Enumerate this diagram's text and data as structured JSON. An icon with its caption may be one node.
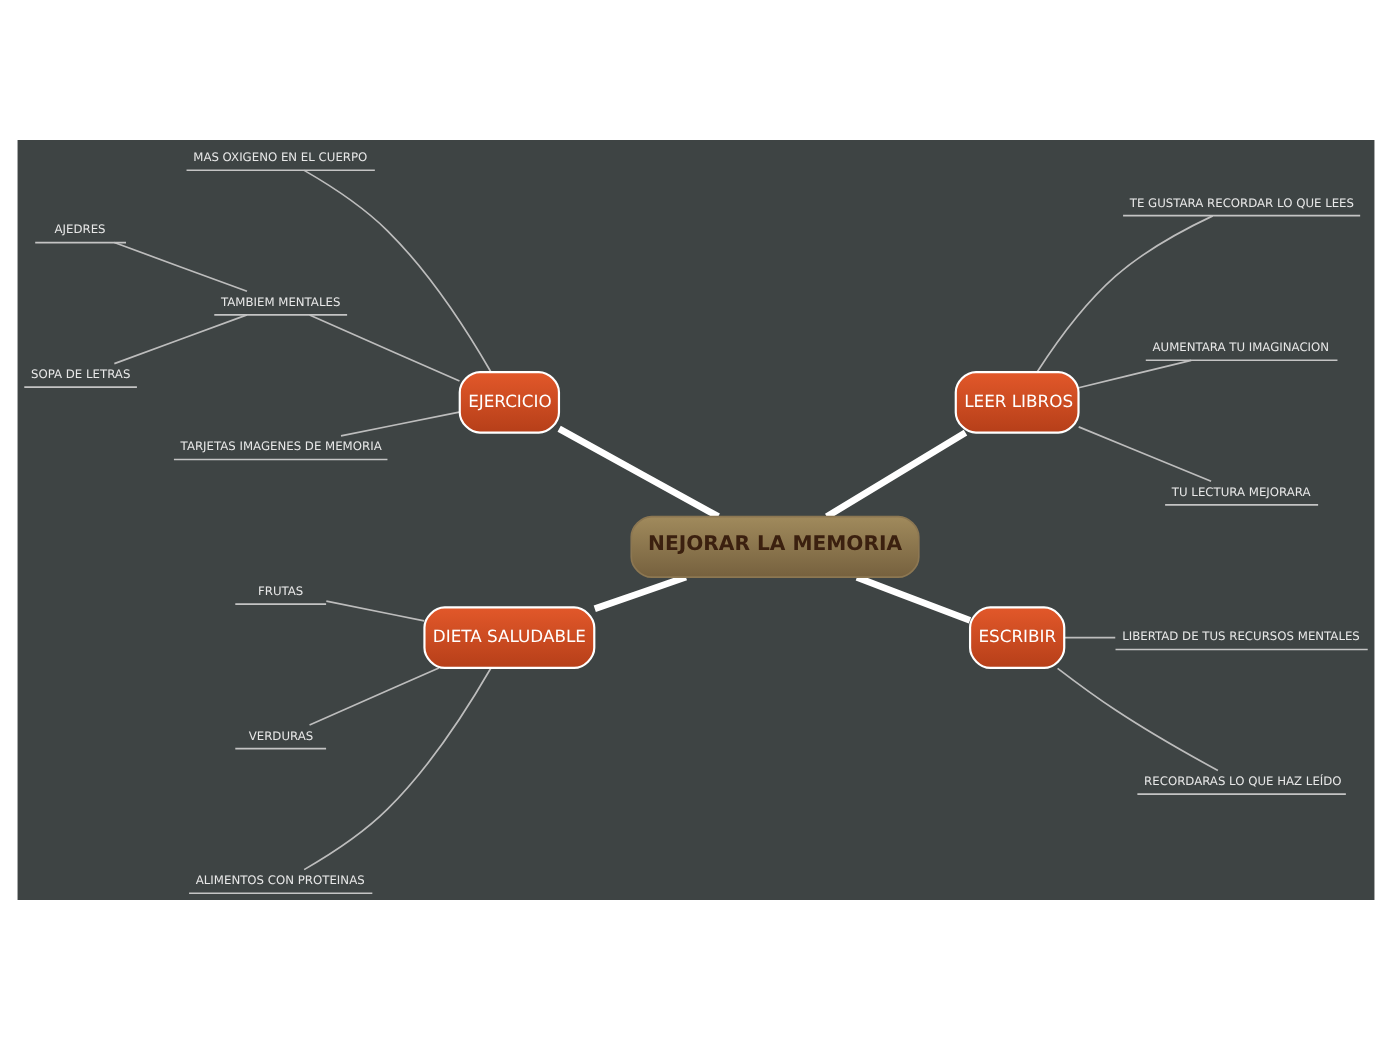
{
  "diagram": {
    "nodes": [
      {
        "text": [
          "NEJORAR LA MEMORIA"
        ]
      },
      {
        "text": [
          "EJERCICIO"
        ]
      },
      {
        "text": [
          "MAS OXIGENO EN EL CUERPO"
        ]
      },
      {
        "text": [
          "TAMBIEM MENTALES"
        ]
      },
      {
        "text": [
          "AJEDRES"
        ]
      },
      {
        "text": [
          "SOPA DE LETRAS"
        ]
      },
      {
        "text": [
          "TARJETAS IMAGENES DE MEMORIA"
        ]
      },
      {
        "text": [
          "LEER LIBROS"
        ]
      },
      {
        "text": [
          "TE GUSTARA RECORDAR LO QUE LEES"
        ]
      },
      {
        "text": [
          "AUMENTARA TU IMAGINACION"
        ]
      },
      {
        "text": [
          "TU LECTURA MEJORARA"
        ]
      },
      {
        "text": [
          "DIETA SALUDABLE"
        ]
      },
      {
        "text": [
          "FRUTAS"
        ]
      },
      {
        "text": [
          "VERDURAS"
        ]
      },
      {
        "text": [
          "ALIMENTOS CON PROTEINAS"
        ]
      },
      {
        "text": [
          "ESCRIBIR"
        ]
      },
      {
        "text": [
          "LIBERTAD DE TUS RECURSOS MENTALES"
        ]
      },
      {
        "text": [
          "RECORDARAS LO QUE HAZ LEÍDO"
        ]
      }
    ],
    "edges": [
      {
        "from": 1,
        "to": 0,
        "arrow": "none",
        "style": "thick",
        "color": "#ffffff"
      },
      {
        "from": 2,
        "to": 1,
        "arrow": "none"
      },
      {
        "from": 3,
        "to": 1,
        "arrow": "none"
      },
      {
        "from": 4,
        "to": 3,
        "arrow": "none"
      },
      {
        "from": 5,
        "to": 3,
        "arrow": "none"
      },
      {
        "from": 6,
        "to": 1,
        "arrow": "none"
      },
      {
        "from": 0,
        "to": 7,
        "arrow": "none",
        "style": "thick",
        "color": "#ffffff"
      },
      {
        "from": 7,
        "to": 8,
        "arrow": "none"
      },
      {
        "from": 7,
        "to": 9,
        "arrow": "none"
      },
      {
        "from": 7,
        "to": 10,
        "arrow": "none"
      },
      {
        "from": 11,
        "to": 0,
        "arrow": "none",
        "style": "thick",
        "color": "#ffffff"
      },
      {
        "from": 12,
        "to": 11,
        "arrow": "none"
      },
      {
        "from": 13,
        "to": 11,
        "arrow": "none"
      },
      {
        "from": 14,
        "to": 11,
        "arrow": "none"
      },
      {
        "from": 0,
        "to": 15,
        "arrow": "none",
        "style": "thick",
        "color": "#ffffff"
      },
      {
        "from": 15,
        "to": 16,
        "arrow": "none"
      },
      {
        "from": 15,
        "to": 17,
        "arrow": "none"
      }
    ]
  }
}
